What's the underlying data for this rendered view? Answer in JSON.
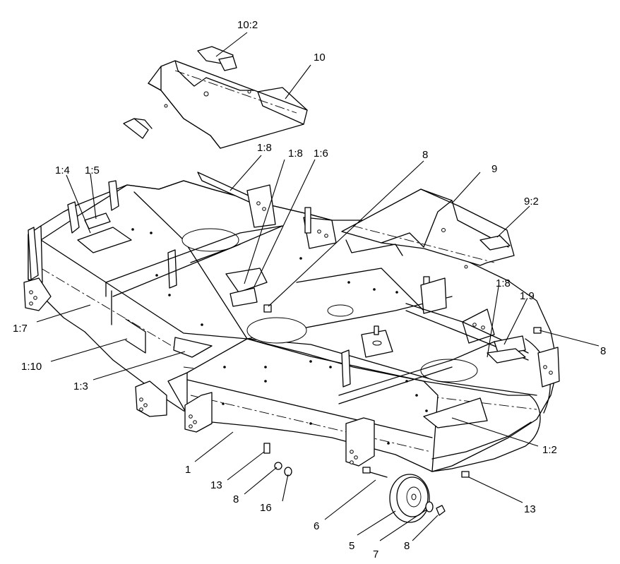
{
  "diagram": {
    "callouts": [
      {
        "id": "c-10-2",
        "text": "10:2"
      },
      {
        "id": "c-10",
        "text": "10"
      },
      {
        "id": "c-1-8a",
        "text": "1:8"
      },
      {
        "id": "c-1-8b",
        "text": "1:8"
      },
      {
        "id": "c-1-6",
        "text": "1:6"
      },
      {
        "id": "c-8a",
        "text": "8"
      },
      {
        "id": "c-9",
        "text": "9"
      },
      {
        "id": "c-9-2",
        "text": "9:2"
      },
      {
        "id": "c-1-4",
        "text": "1:4"
      },
      {
        "id": "c-1-5",
        "text": "1:5"
      },
      {
        "id": "c-1-8c",
        "text": "1:8"
      },
      {
        "id": "c-1-9",
        "text": "1:9"
      },
      {
        "id": "c-8b",
        "text": "8"
      },
      {
        "id": "c-1-7",
        "text": "1:7"
      },
      {
        "id": "c-1-10",
        "text": "1:10"
      },
      {
        "id": "c-1-3",
        "text": "1:3"
      },
      {
        "id": "c-1-2",
        "text": "1:2"
      },
      {
        "id": "c-1",
        "text": "1"
      },
      {
        "id": "c-13a",
        "text": "13"
      },
      {
        "id": "c-8c",
        "text": "8"
      },
      {
        "id": "c-16",
        "text": "16"
      },
      {
        "id": "c-6",
        "text": "6"
      },
      {
        "id": "c-5",
        "text": "5"
      },
      {
        "id": "c-7",
        "text": "7"
      },
      {
        "id": "c-8d",
        "text": "8"
      },
      {
        "id": "c-13b",
        "text": "13"
      }
    ]
  }
}
